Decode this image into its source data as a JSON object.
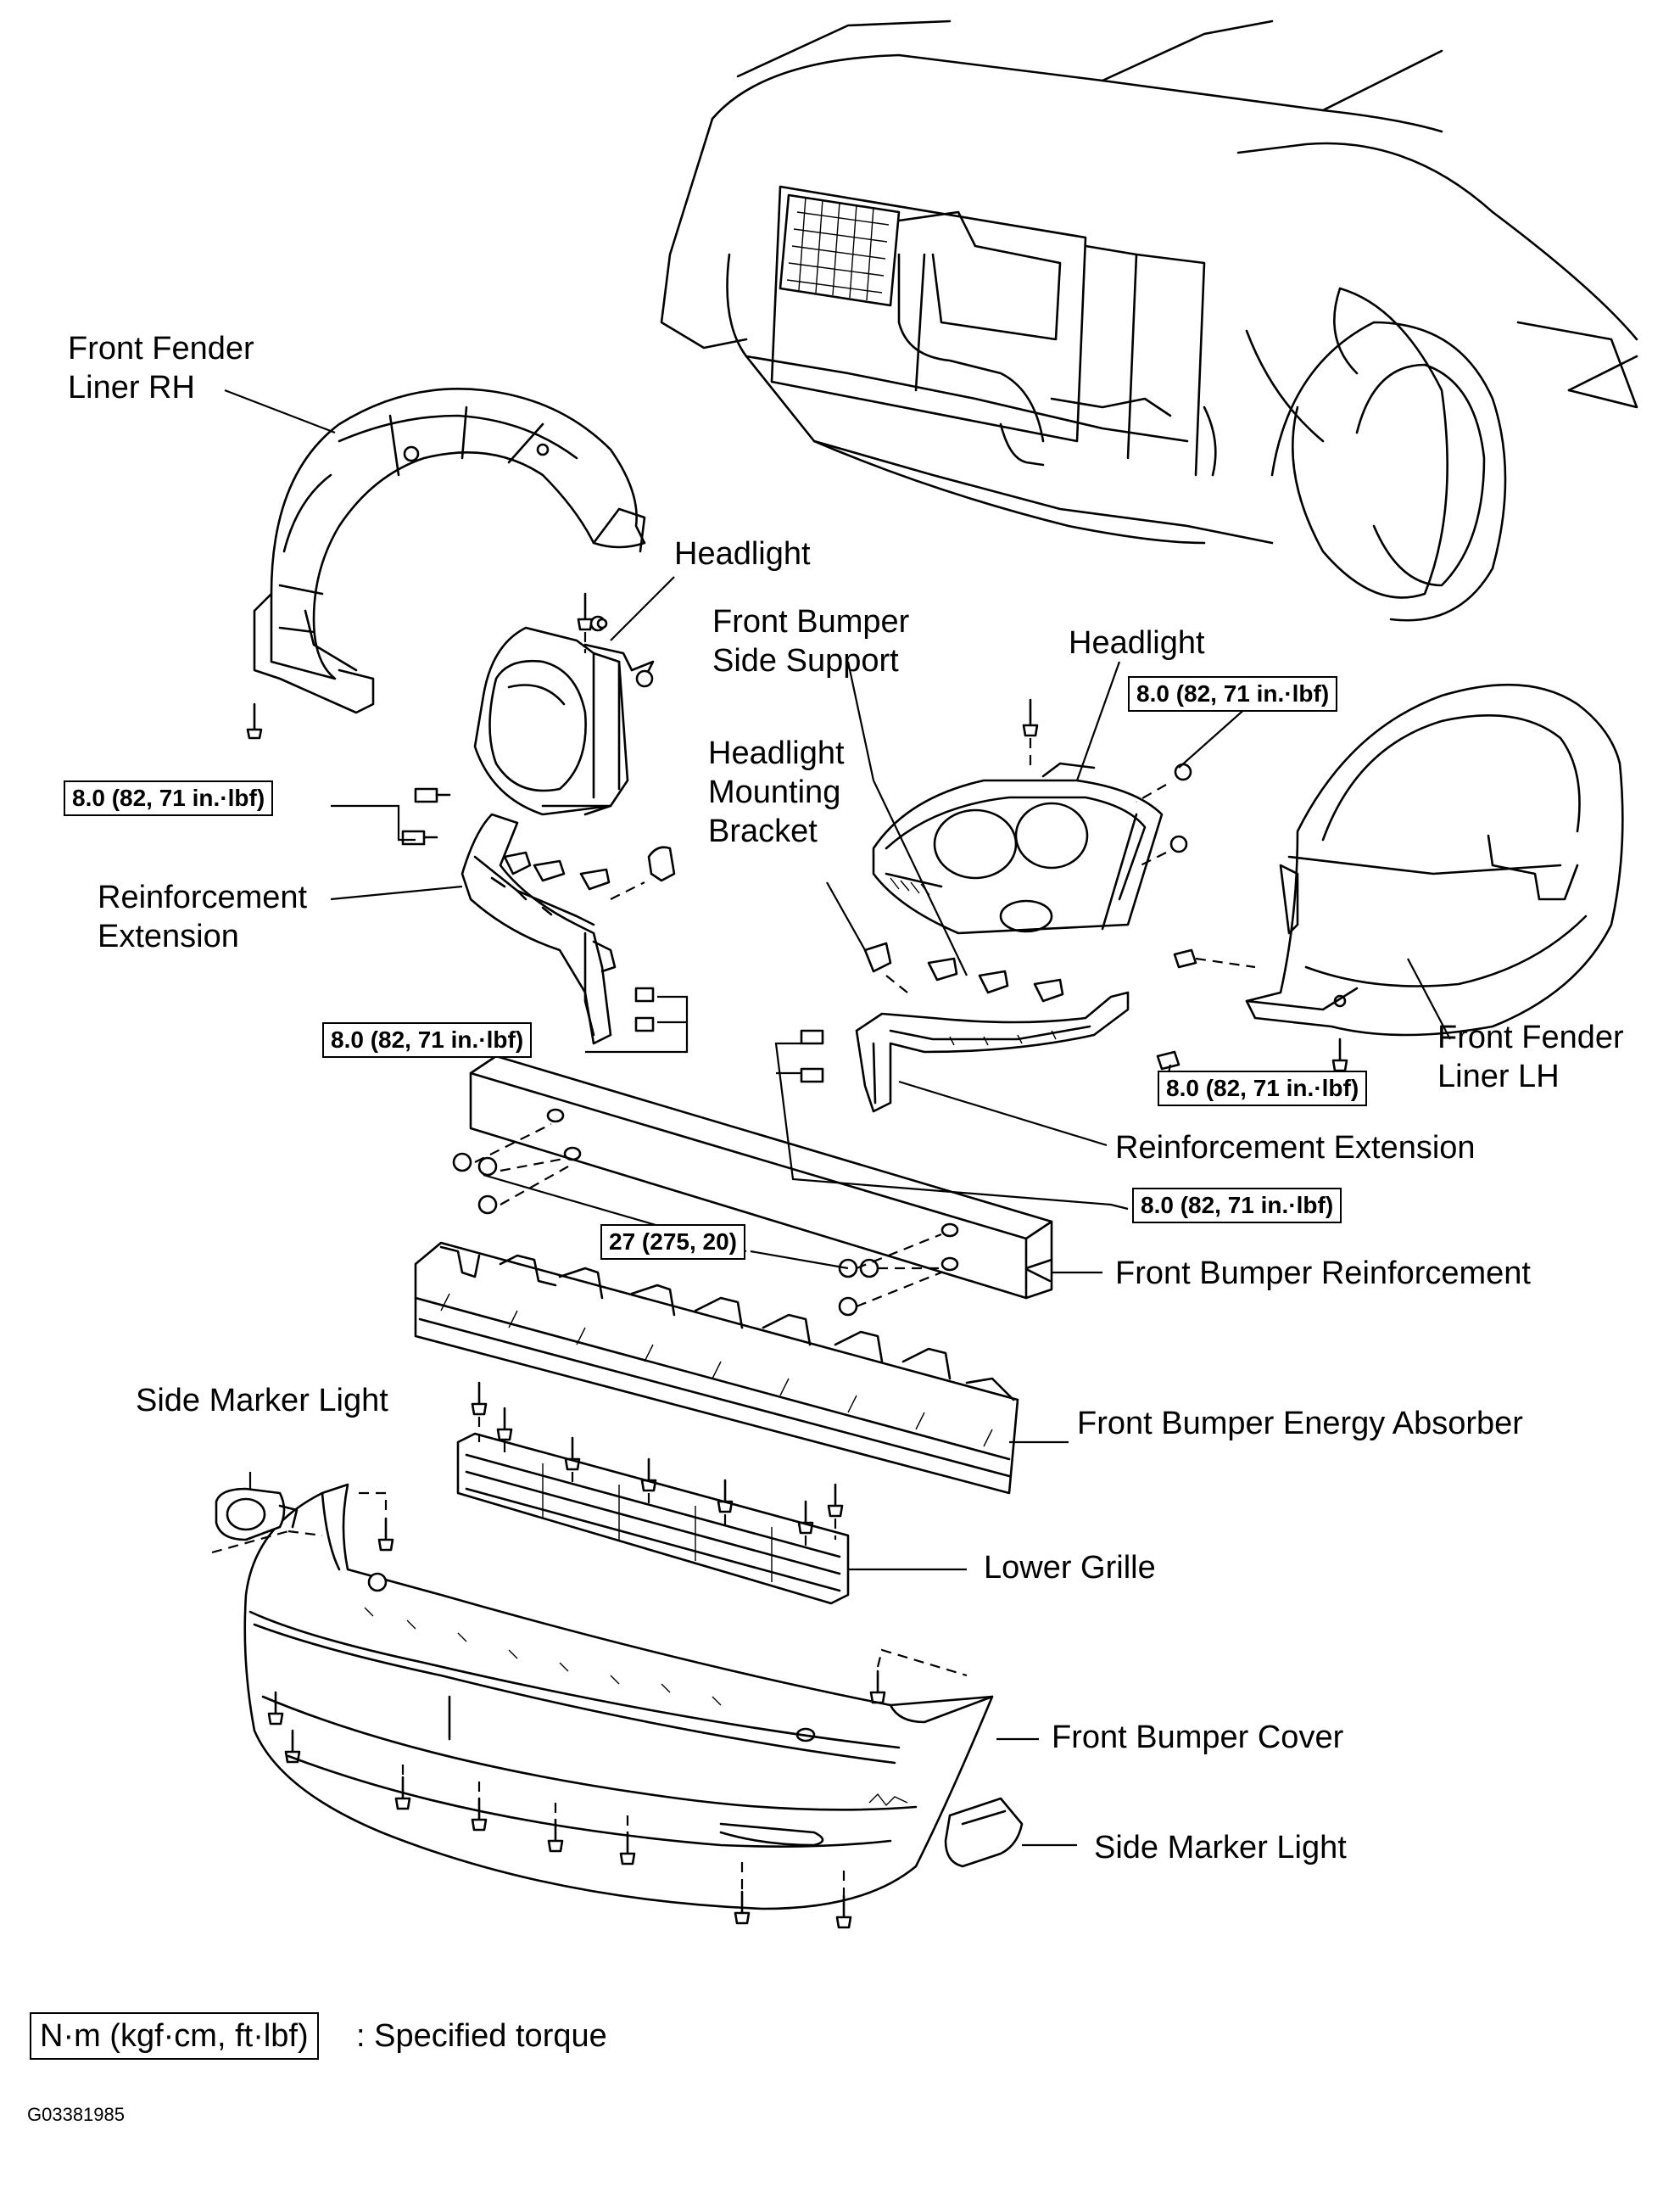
{
  "labels": {
    "front_fender_liner_rh": [
      "Front Fender",
      "Liner RH"
    ],
    "headlight_rh": "Headlight",
    "front_bumper_side_support": [
      "Front Bumper",
      "Side Support"
    ],
    "headlight_lh": "Headlight",
    "headlight_mounting_bracket": [
      "Headlight",
      "Mounting",
      "Bracket"
    ],
    "reinforcement_extension_rh": [
      "Reinforcement",
      "Extension"
    ],
    "front_fender_liner_lh": [
      "Front Fender",
      "Liner LH"
    ],
    "reinforcement_extension_lh": "Reinforcement Extension",
    "front_bumper_reinforcement": "Front Bumper Reinforcement",
    "side_marker_light_rh": "Side Marker Light",
    "front_bumper_energy_absorber": "Front Bumper Energy Absorber",
    "lower_grille": "Lower Grille",
    "front_bumper_cover": "Front Bumper Cover",
    "side_marker_light_lh": "Side Marker Light"
  },
  "torques": {
    "reinf_ext_rh_upper": "8.0 (82, 71 in.·lbf)",
    "reinf_ext_rh_lower": "8.0 (82, 71 in.·lbf)",
    "fender_liner_lh_upper": "8.0 (82, 71 in.·lbf)",
    "fender_liner_lh_lower": "8.0 (82, 71 in.·lbf)",
    "reinf_ext_lh": "8.0 (82, 71 in.·lbf)",
    "bumper_reinforcement": "27 (275, 20)"
  },
  "legend": {
    "box": "N·m (kgf·cm, ft·lbf)",
    "text": ": Specified torque"
  },
  "figure_code": "G03381985"
}
